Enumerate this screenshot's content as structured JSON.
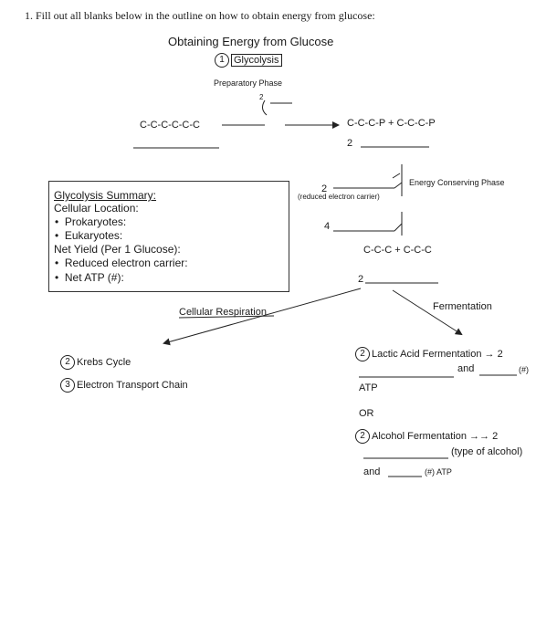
{
  "question": "1.  Fill out all blanks below in the outline on how to obtain energy from glucose:",
  "title": "Obtaining Energy from Glucose",
  "glycolysis": {
    "num": "1",
    "label": "Glycolysis"
  },
  "preparatory_phase": "Preparatory Phase",
  "small_two": "2",
  "glucose_chain": "C-C-C-C-C-C",
  "split_products": "C-C-C-P + C-C-C-P",
  "two_a": "2",
  "two_b": "2",
  "reduced_carrier": "(reduced electron carrier)",
  "energy_phase": "Energy Conserving Phase",
  "four": "4",
  "pyruvate": "C-C-C + C-C-C",
  "two_c": "2",
  "summary": {
    "title": "Glycolysis Summary:",
    "location": "Cellular Location:",
    "prokaryotes": "Prokaryotes:",
    "eukaryotes": "Eukaryotes:",
    "net_yield": "Net Yield (Per 1 Glucose):",
    "reduced": "Reduced electron carrier:",
    "net_atp": "Net ATP (#):",
    "bullet": "•"
  },
  "cellular_respiration": "Cellular Respiration",
  "fermentation": "Fermentation",
  "krebs": {
    "num": "2",
    "label": "Krebs Cycle"
  },
  "etc": {
    "num": "3",
    "label": "Electron Transport Chain"
  },
  "lactic": {
    "num": "2",
    "label": "Lactic Acid Fermentation",
    "arrow": "→ 2",
    "and": "and",
    "hash": "(#)",
    "atp": "ATP"
  },
  "or_text": "OR",
  "alcohol": {
    "num": "2",
    "label": "Alcohol Fermentation",
    "arrow": "→→ 2",
    "type": "(type of alcohol)",
    "and": "and",
    "hash_atp": "(#) ATP"
  }
}
